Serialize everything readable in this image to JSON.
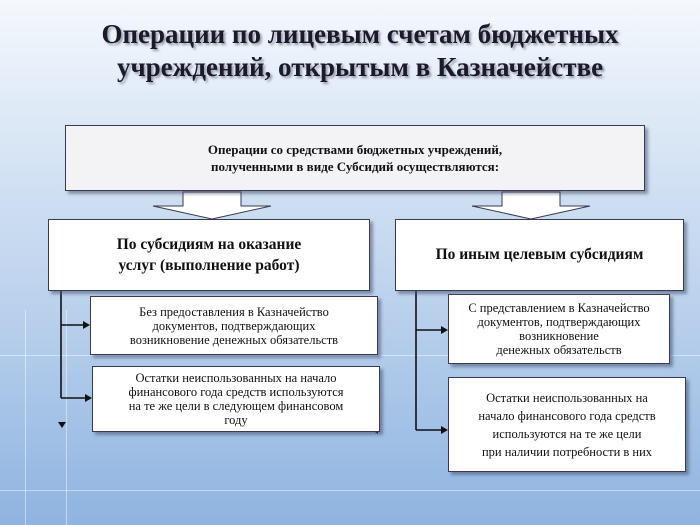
{
  "slide": {
    "title": "Операции по лицевым счетам бюджетных\nучреждений, открытым в Казначействе"
  },
  "diagram": {
    "top_box": "Операции со средствами бюджетных учреждений,\nполученными в виде Субсидий осуществляются:",
    "left_branch": {
      "header": "По субсидиям на оказание\nуслуг (выполнение работ)",
      "items": [
        "Без предоставления в Казначейство\nдокументов, подтверждающих\nвозникновение денежных обязательств",
        "Остатки неиспользованных на начало\nфинансового года средств используются\nна те же цели в следующем финансовом\nгоду"
      ]
    },
    "right_branch": {
      "header": "По иным целевым субсидиям",
      "items": [
        "С представлением в Казначейство\nдокументов, подтверждающих\nвозникновение\nденежных обязательств",
        "Остатки неиспользованных на\nначало финансового года средств\nиспользуются на те же цели\nпри наличии потребности в них"
      ]
    }
  },
  "colors": {
    "box_border": "#3a3a52",
    "background_top": "#f4f8fd",
    "background_bottom": "#8fb4e0"
  }
}
